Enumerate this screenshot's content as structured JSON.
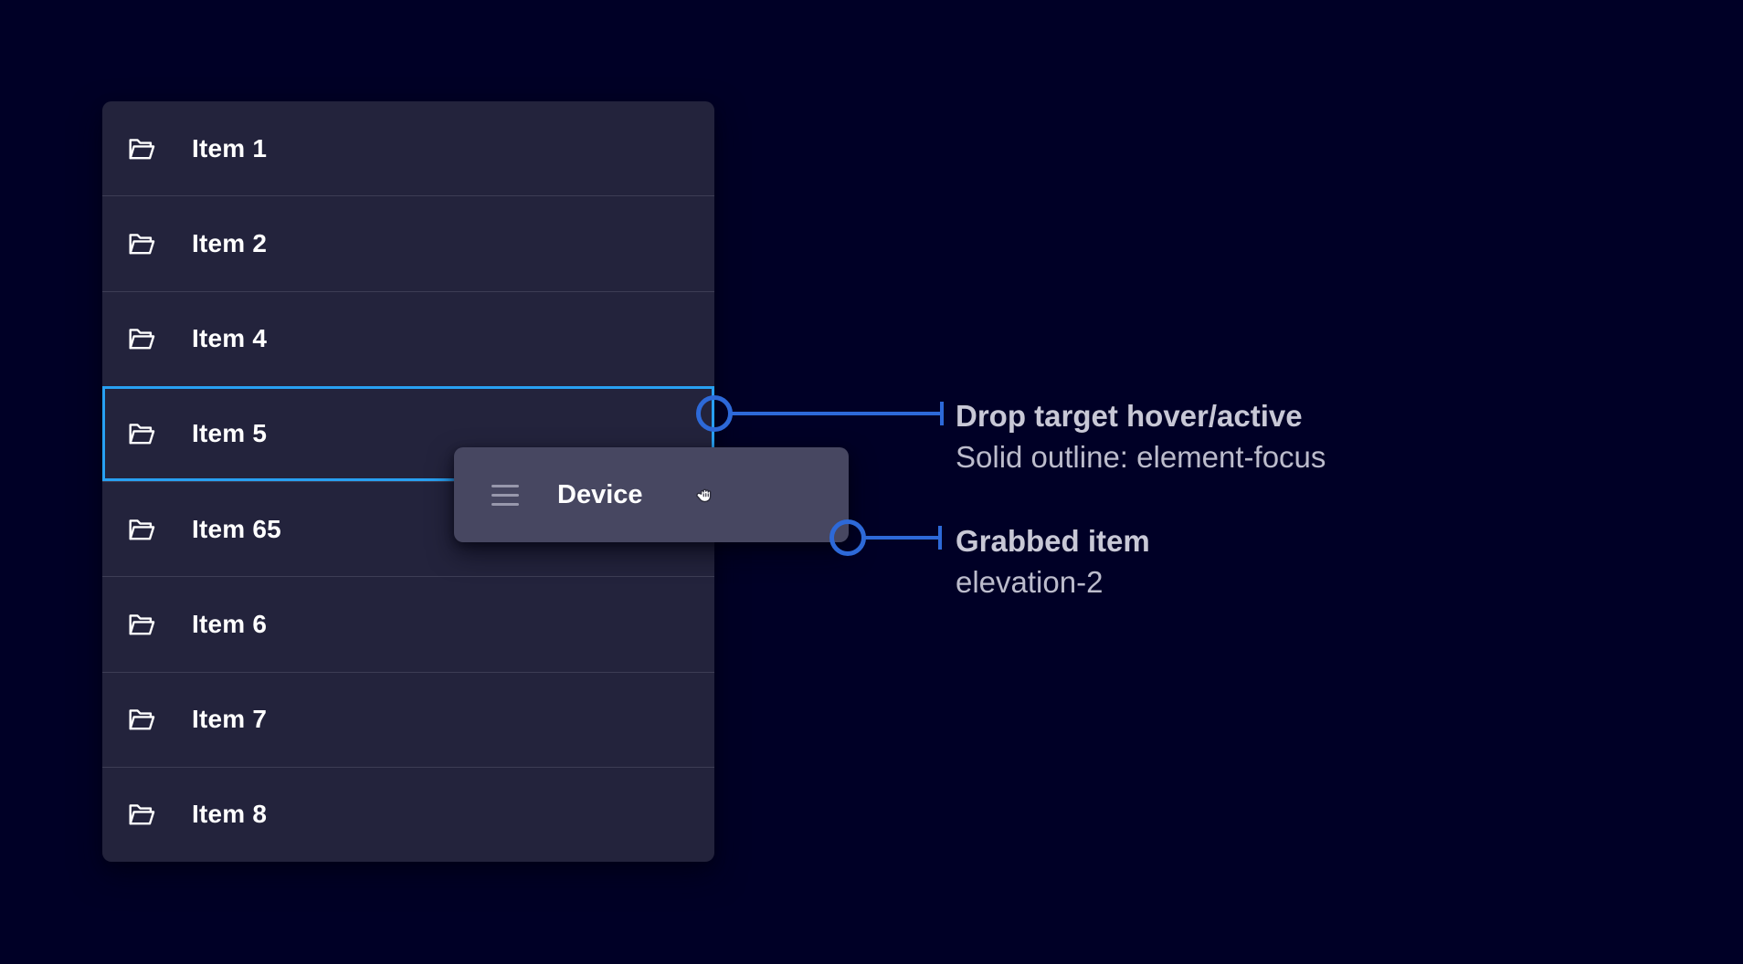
{
  "list": {
    "items": [
      {
        "label": "Item 1"
      },
      {
        "label": "Item 2"
      },
      {
        "label": "Item 4"
      },
      {
        "label": "Item 5",
        "state": "drop-target-hover-active"
      },
      {
        "label": "Item 65"
      },
      {
        "label": "Item 6"
      },
      {
        "label": "Item 7"
      },
      {
        "label": "Item 8"
      }
    ],
    "item_icon": "open-folder-icon"
  },
  "grabbed_item": {
    "label": "Device",
    "icons": [
      "drag-handle-icon",
      "grabbing-hand-cursor-icon"
    ],
    "elevation": "elevation-2"
  },
  "annotations": [
    {
      "title": "Drop target hover/active",
      "subtitle": "Solid outline: element-focus"
    },
    {
      "title": "Grabbed item",
      "subtitle": "elevation-2"
    }
  ],
  "colors": {
    "bg": "#000026",
    "row": "#23233C",
    "separator": "#3D3D55",
    "card": "#474761",
    "handle": "#9898AC",
    "focus": "#28A0F2",
    "callout": "#2D69D8",
    "text-strong": "#C8C8D6",
    "text-soft": "#BCBCCC"
  }
}
